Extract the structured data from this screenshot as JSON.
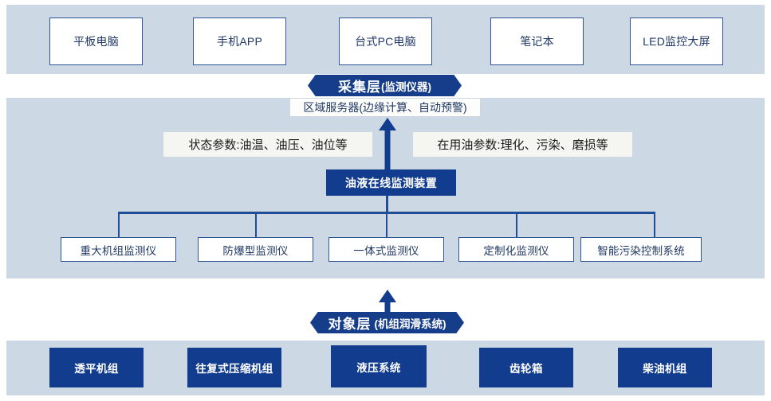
{
  "bands": {
    "top_name": "presentation-layer-band",
    "mid_name": "acquisition-layer-band",
    "bottom_name": "object-layer-band"
  },
  "colors": {
    "band_background": "#ccd9e4",
    "node_border": "#2e5596",
    "dark_fill": "#123d8f",
    "banner_fill": "#153d8a",
    "connector": "#1f4e96",
    "note_background": "#f5f5f2",
    "text_dark_blue": "#1f3864",
    "page_background": "#ffffff"
  },
  "top_row": {
    "items": [
      {
        "label": "平板电脑"
      },
      {
        "label": "手机APP"
      },
      {
        "label": "台式PC电脑"
      },
      {
        "label": "笔记本"
      },
      {
        "label": "LED监控大屏"
      }
    ]
  },
  "banners": {
    "acquisition": {
      "title": "采集层",
      "subtitle": "(监测仪器)"
    },
    "object": {
      "title": "对象层",
      "subtitle": "(机组润滑系统)"
    }
  },
  "server": {
    "label": "区域服务器(边缘计算、自动预警)"
  },
  "parameters": {
    "left_note": "状态参数:油温、油压、油位等",
    "right_note": "在用油参数:理化、污染、磨损等"
  },
  "device": {
    "label": "油液在线监测装置"
  },
  "device_children": {
    "items": [
      {
        "label": "重大机组监测仪"
      },
      {
        "label": "防爆型监测仪"
      },
      {
        "label": "一体式监测仪"
      },
      {
        "label": "定制化监测仪"
      },
      {
        "label": "智能污染控制系统"
      }
    ]
  },
  "bottom_row": {
    "items": [
      {
        "label": "透平机组"
      },
      {
        "label": "往复式压缩机组"
      },
      {
        "label": "液压系统"
      },
      {
        "label": "齿轮箱"
      },
      {
        "label": "柴油机组"
      }
    ]
  }
}
